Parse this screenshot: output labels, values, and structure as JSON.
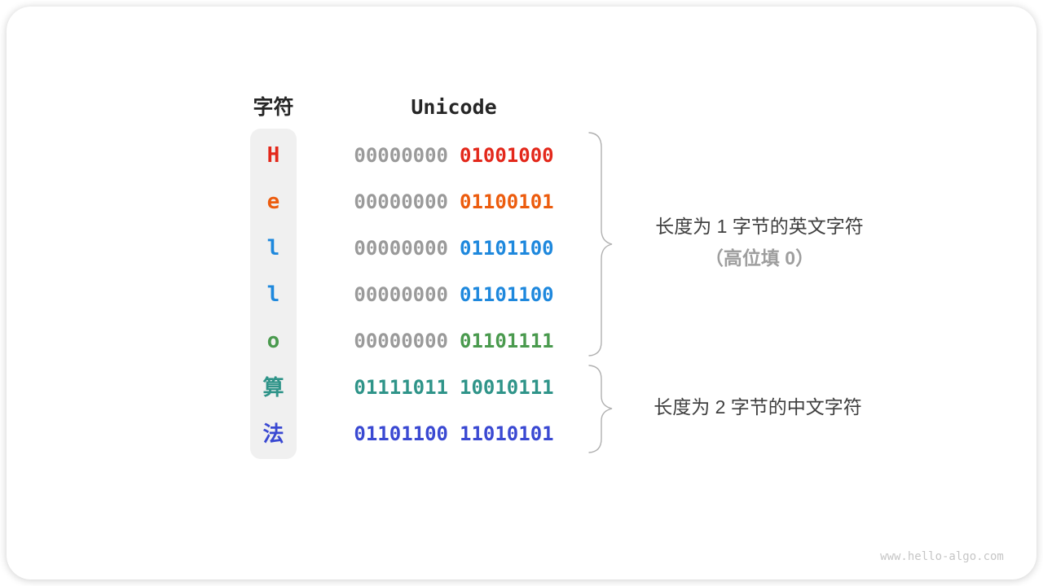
{
  "header": {
    "char_label": "字符",
    "unicode_label": "Unicode"
  },
  "rows": [
    {
      "char": "H",
      "color": "#e3281b",
      "byte1": "00000000",
      "byte1_color": "#9a9a9a",
      "byte2": "01001000",
      "byte2_color": "#e3281b"
    },
    {
      "char": "e",
      "color": "#ec5c0e",
      "byte1": "00000000",
      "byte1_color": "#9a9a9a",
      "byte2": "01100101",
      "byte2_color": "#ec5c0e"
    },
    {
      "char": "l",
      "color": "#1e88dd",
      "byte1": "00000000",
      "byte1_color": "#9a9a9a",
      "byte2": "01101100",
      "byte2_color": "#1e88dd"
    },
    {
      "char": "l",
      "color": "#1e88dd",
      "byte1": "00000000",
      "byte1_color": "#9a9a9a",
      "byte2": "01101100",
      "byte2_color": "#1e88dd"
    },
    {
      "char": "o",
      "color": "#4a9a4e",
      "byte1": "00000000",
      "byte1_color": "#9a9a9a",
      "byte2": "01101111",
      "byte2_color": "#4a9a4e"
    },
    {
      "char": "算",
      "color": "#2f9489",
      "byte1": "01111011",
      "byte1_color": "#2f9489",
      "byte2": "10010111",
      "byte2_color": "#2f9489"
    },
    {
      "char": "法",
      "color": "#3a49d2",
      "byte1": "01101100",
      "byte1_color": "#3a49d2",
      "byte2": "11010101",
      "byte2_color": "#3a49d2"
    }
  ],
  "annotations": {
    "english_line1": "长度为 1 字节的英文字符",
    "english_line2": "（高位填 0）",
    "chinese_line1": "长度为 2 字节的中文字符"
  },
  "watermark": "www.hello-algo.com",
  "colors": {
    "byte_gray": "#9a9a9a",
    "column_bg": "#f0f0f0",
    "brace": "#b0b0b0",
    "annotation_dark": "#3f3f3f",
    "annotation_gray": "#9e9e9e"
  }
}
